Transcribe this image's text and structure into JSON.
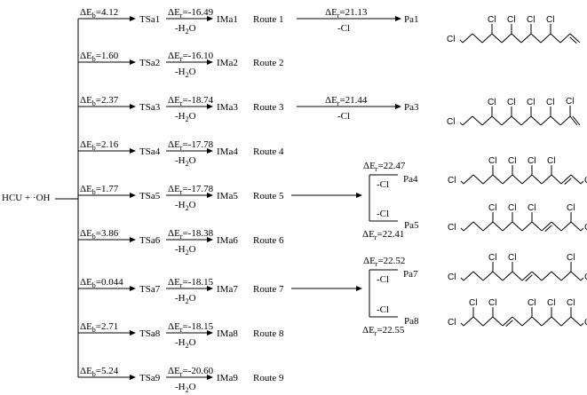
{
  "reactant": "HCU + ·OH",
  "rows": [
    {
      "eb": "4.12",
      "ts": "TSa1",
      "er": "-16.49",
      "ima": "IMa1",
      "route": "Route 1"
    },
    {
      "eb": "1.60",
      "ts": "TSa2",
      "er": "-16.10",
      "ima": "IMa2",
      "route": "Route 2"
    },
    {
      "eb": "2.37",
      "ts": "TSa3",
      "er": "-18.74",
      "ima": "IMa3",
      "route": "Route 3"
    },
    {
      "eb": "2.16",
      "ts": "TSa4",
      "er": "-17.78",
      "ima": "IMa4",
      "route": "Route 4"
    },
    {
      "eb": "1.77",
      "ts": "TSa5",
      "er": "-17.78",
      "ima": "IMa5",
      "route": "Route 5"
    },
    {
      "eb": "3.86",
      "ts": "TSa6",
      "er": "-18.38",
      "ima": "IMa6",
      "route": "Route 6"
    },
    {
      "eb": "0.044",
      "ts": "TSa7",
      "er": "-18.15",
      "ima": "IMa7",
      "route": "Route 7"
    },
    {
      "eb": "2.71",
      "ts": "TSa8",
      "er": "-18.15",
      "ima": "IMa8",
      "route": "Route 8"
    },
    {
      "eb": "5.24",
      "ts": "TSa9",
      "er": "-20.60",
      "ima": "IMa9",
      "route": "Route 9"
    }
  ],
  "water_loss": "-H2O",
  "route_products": [
    {
      "er": "21.13",
      "leaving": "-Cl",
      "product": "Pa1"
    },
    {
      "er": "21.44",
      "leaving": "-Cl",
      "product": "Pa3"
    }
  ],
  "branches": [
    {
      "top_er": "22.47",
      "top_product": "Pa4",
      "bottom_er": "22.41",
      "bottom_product": "Pa5",
      "leaving": "-Cl"
    },
    {
      "top_er": "22.52",
      "top_product": "Pa7",
      "bottom_er": "22.55",
      "bottom_product": "Pa8",
      "leaving": "-Cl"
    }
  ],
  "atom_label": "Cl"
}
